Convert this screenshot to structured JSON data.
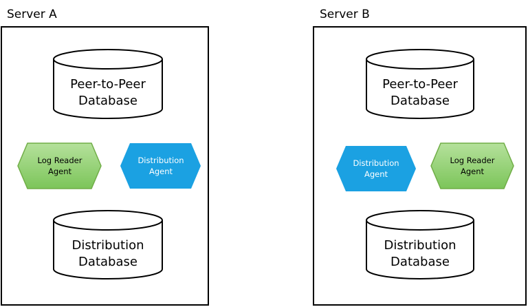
{
  "colors": {
    "log_reader_fill": "#8fcf72",
    "log_reader_stroke": "#70ad47",
    "distribution_fill": "#1ba1e2",
    "distribution_text": "#ffffff",
    "log_reader_text": "#000000"
  },
  "servers": [
    {
      "label": "Server A",
      "top_db": {
        "line1": "Peer-to-Peer",
        "line2": "Database"
      },
      "bottom_db": {
        "line1": "Distribution",
        "line2": "Database"
      },
      "agents": [
        {
          "kind": "log-reader",
          "line1": "Log Reader",
          "line2": "Agent"
        },
        {
          "kind": "distribution",
          "line1": "Distribution",
          "line2": "Agent"
        }
      ]
    },
    {
      "label": "Server B",
      "top_db": {
        "line1": "Peer-to-Peer",
        "line2": "Database"
      },
      "bottom_db": {
        "line1": "Distribution",
        "line2": "Database"
      },
      "agents": [
        {
          "kind": "distribution",
          "line1": "Distribution",
          "line2": "Agent"
        },
        {
          "kind": "log-reader",
          "line1": "Log Reader",
          "line2": "Agent"
        }
      ]
    }
  ]
}
